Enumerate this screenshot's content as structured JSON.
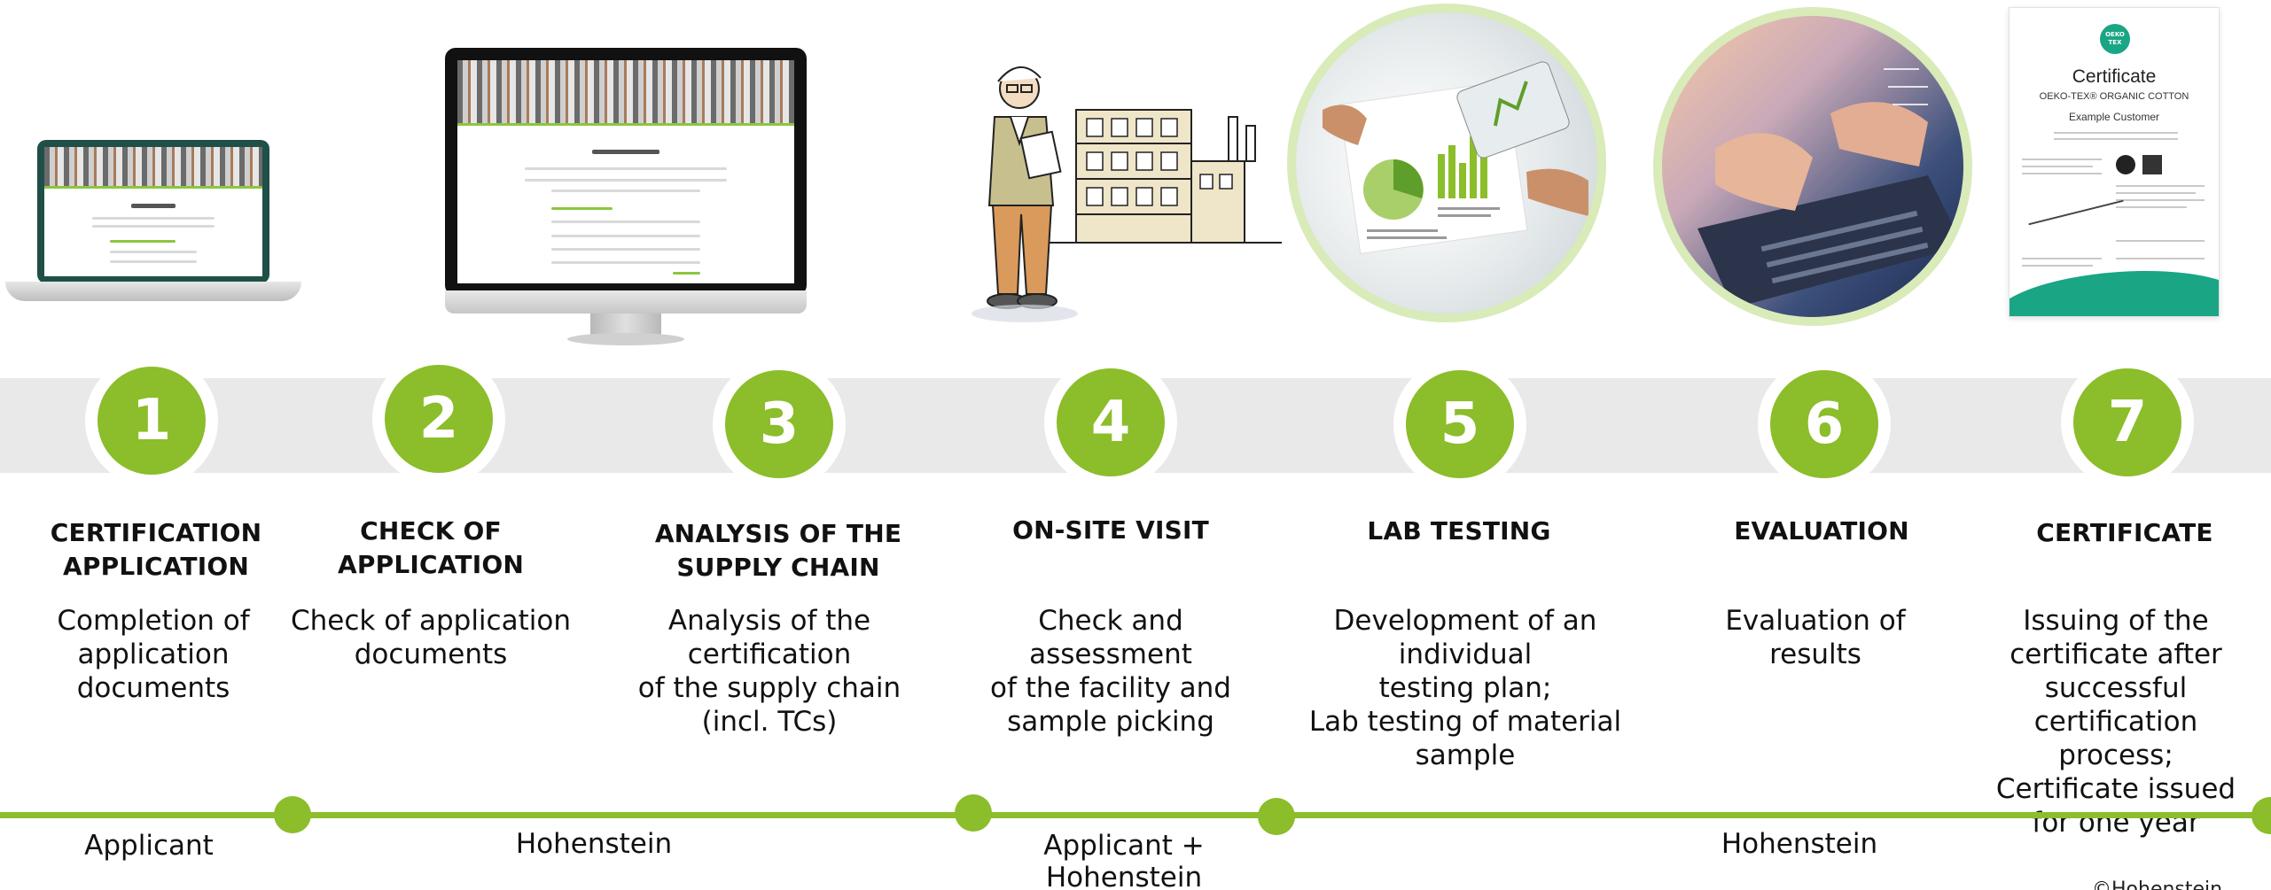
{
  "illustrations": {
    "certificate": {
      "logo_text": "OEKO TEX",
      "title": "Certificate",
      "subtitle": "OEKO-TEX® ORGANIC COTTON",
      "customer": "Example Customer"
    }
  },
  "steps": [
    {
      "number": "1",
      "title": "CERTIFICATION APPLICATION",
      "description": "Completion of\napplication\ndocuments"
    },
    {
      "number": "2",
      "title": "CHECK OF APPLICATION",
      "description": "Check of application\ndocuments"
    },
    {
      "number": "3",
      "title": "ANALYSIS OF THE SUPPLY CHAIN",
      "description": "Analysis of the certification\nof the supply chain\n(incl. TCs)"
    },
    {
      "number": "4",
      "title": "ON-SITE VISIT",
      "description": "Check and assessment\nof the facility and\nsample picking"
    },
    {
      "number": "5",
      "title": "LAB TESTING",
      "description": "Development of an individual\ntesting plan;\nLab testing of material\nsample"
    },
    {
      "number": "6",
      "title": "EVALUATION",
      "description": "Evaluation of\nresults"
    },
    {
      "number": "7",
      "title": "CERTIFICATE",
      "description": "Issuing of the\ncertificate after\nsuccessful certification\nprocess;\nCertificate issued\nfor one year"
    }
  ],
  "responsibilities": [
    {
      "label": "Applicant"
    },
    {
      "label": "Hohenstein"
    },
    {
      "label": "Applicant +\nHohenstein"
    },
    {
      "label": "Hohenstein"
    }
  ],
  "copyright": "©Hohenstein",
  "colors": {
    "accent_green": "#8cbd2a",
    "band_gray": "#e9e9e9",
    "oeko_teal": "#1aa585"
  }
}
